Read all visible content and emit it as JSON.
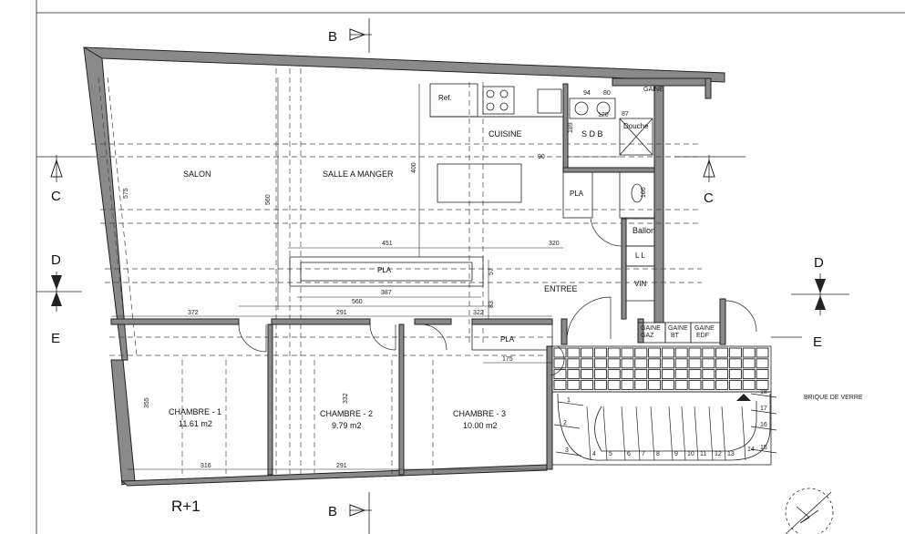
{
  "rooms": {
    "salon": "SALON",
    "salle_a_manger": "SALLE A MANGER",
    "cuisine": "CUISINE",
    "sdb": "S D B",
    "douche": "Douche",
    "ref": "Ref.",
    "pla_kitchen": "PLA",
    "pla_center": "PLA",
    "pla_bottom": "PLA",
    "ballon": "Ballon",
    "ll": "L L",
    "entree": "ENTREE",
    "vin": "VIN",
    "gaine_top": "GAINE",
    "gaine_gaz": "GAINE\nGAZ",
    "gaine_bt": "GAINE\nBT",
    "gaine_edf": "GAINE\nEDF",
    "brique": "BRIQUE DE VERRE",
    "chambre1": "CHAMBRE - 1",
    "chambre1_area": "11.61 m2",
    "chambre2": "CHAMBRE - 2",
    "chambre2_area": "9.79 m2",
    "chambre3": "CHAMBRE - 3",
    "chambre3_area": "10.00 m2"
  },
  "level": "R+1",
  "section_marks": {
    "b": "B",
    "c": "C",
    "d": "D",
    "e": "E"
  },
  "dimensions": {
    "d560_v": "560",
    "d575": "575",
    "d400": "400",
    "d451": "451",
    "d320": "320",
    "d387": "387",
    "d560_h": "560",
    "d372": "372",
    "d291_top": "291",
    "d322": "322",
    "d175": "175",
    "d355": "355",
    "d332": "332",
    "d316": "316",
    "d291_bot": "291",
    "d94": "94",
    "d80": "80",
    "d120": "120",
    "d87": "87",
    "d189": "189",
    "d90": "90",
    "d57": "57",
    "d83": "83",
    "d100": "100"
  },
  "stair_numbers": [
    "1",
    "2",
    "3",
    "4",
    "5",
    "6",
    "7",
    "8",
    "9",
    "10",
    "11",
    "12",
    "13",
    "14",
    "15",
    "16",
    "17",
    "18"
  ]
}
